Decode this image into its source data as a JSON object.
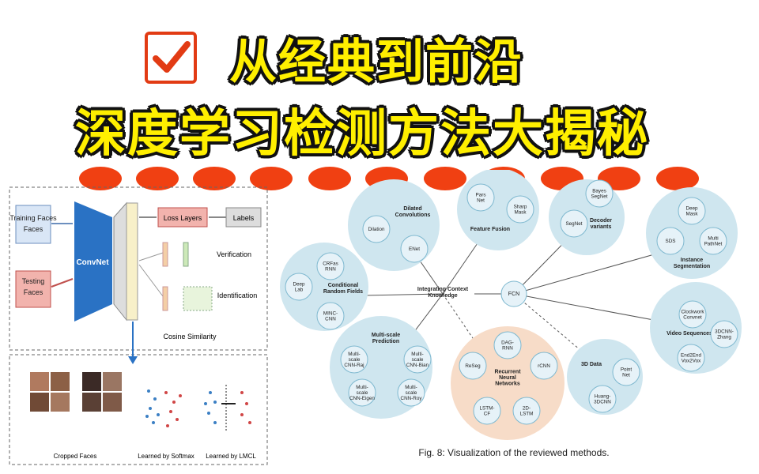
{
  "title": {
    "line1": "从经典到前沿",
    "line2": "深度学习检测方法大揭秘"
  },
  "left_figure": {
    "input_training": "Training\nFaces",
    "input_testing": "Testing\nFaces",
    "convnet": "ConvNet",
    "loss_layers": "Loss Layers",
    "labels": "Labels",
    "verification": "Verification",
    "identification": "Identification",
    "cosine_similarity": "Cosine Similarity",
    "cropped_faces": "Cropped Faces",
    "learned_softmax": "Learned by Softmax",
    "learned_lmcl": "Learned by LMCL"
  },
  "right_figure": {
    "caption": "Fig. 8: Visualization of the reviewed methods.",
    "center_nodes": {
      "integrating": "Integrating Context\nKnowledge",
      "fcn": "FCN"
    },
    "groups": {
      "dilated": {
        "title": "Dilated\nConvolutions",
        "items": [
          "Dilation",
          "ENet"
        ]
      },
      "feature_fusion": {
        "title": "Feature Fusion",
        "items": [
          "Pars\nNet",
          "Sharp\nMask"
        ]
      },
      "decoder": {
        "title": "Decoder\nvariants",
        "items": [
          "Bayes\nSegNet",
          "SegNet"
        ]
      },
      "instance": {
        "title": "Instance\nSegmentation",
        "items": [
          "Deep\nMask",
          "SDS",
          "Multi\nPathNet"
        ]
      },
      "crf": {
        "title": "Conditional\nRandom Fields",
        "items": [
          "CRFas\nRNN",
          "Deep\nLab",
          "MINC-\nCNN"
        ]
      },
      "multiscale": {
        "title": "Multi-scale\nPrediction",
        "items": [
          "Multi-\nscale\nCNN-Raj",
          "Multi-\nscale\nCNN-Bian",
          "Multi-\nscale\nCNN-Eigen",
          "Multi-\nscale\nCNN-Roy"
        ]
      },
      "rnn": {
        "title": "Recurrent\nNeural\nNetworks",
        "items": [
          "DAG-\nRNN",
          "ReSeg",
          "rCNN",
          "LSTM-\nCF",
          "2D-\nLSTM"
        ]
      },
      "data3d": {
        "title": "3D Data",
        "items": [
          "Point\nNet",
          "Huang-\n3DCNN"
        ]
      },
      "video": {
        "title": "Video Sequences",
        "items": [
          "Clockwork\nConvnet",
          "3DCNN-\nZhang",
          "End2End\nVox2Vox"
        ]
      }
    }
  },
  "colors": {
    "title_fill": "#ffef00",
    "accent_red": "#f04012",
    "node_blue": "#cfe6ef",
    "node_border": "#7eb8cf",
    "rnn_fill": "#f7dcc8",
    "convnet_blue": "#2a72c4"
  }
}
